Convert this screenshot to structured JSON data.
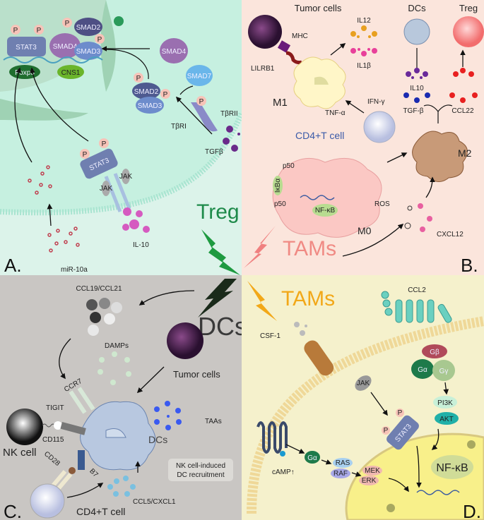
{
  "panels": {
    "a": {
      "letter": "A.",
      "title": "Treg",
      "labels": {
        "stat3_nucleus": "STAT3",
        "smad2_nucleus": "SMAD2",
        "smad4_nucleus": "SMAD4",
        "smad3_nucleus": "SMAD3",
        "foxp3": "Foxp3",
        "cns1": "CNS1",
        "smad4": "SMAD4",
        "smad7": "SMAD7",
        "smad2": "SMAD2",
        "smad3": "SMAD3",
        "tbrii": "TβRII",
        "tbri": "TβRI",
        "tgfb": "TGFβ",
        "stat3": "STAT3",
        "jak": "JAK",
        "il10": "IL-10",
        "mir10a": "miR-10a",
        "p": "P"
      }
    },
    "b": {
      "letter": "B.",
      "title": "TAMs",
      "labels": {
        "tumor_cells": "Tumor cells",
        "mhc": "MHC",
        "lilrb1": "LILRB1",
        "il12": "IL12",
        "il1b": "IL1β",
        "dcs": "DCs",
        "treg": "Treg",
        "m1": "M1",
        "ifng": "IFN-γ",
        "il10": "IL10",
        "tgfb": "TGF-β",
        "ccl22": "CCL22",
        "tnfa": "TNF-α",
        "cd4t": "CD4+T cell",
        "m2": "M2",
        "p50": "p50",
        "ikba": "IκBα",
        "nfkb": "NF-κB",
        "ros": "ROS",
        "m0": "M0",
        "cxcl12": "CXCL12"
      }
    },
    "c": {
      "letter": "C.",
      "title": "DCs",
      "labels": {
        "ccl19": "CCL19/CCL21",
        "damps": "DAMPs",
        "tumor_cells": "Tumor cells",
        "ccr7": "CCR7",
        "tigit": "TIGIT",
        "taas": "TAAs",
        "cd115": "CD115",
        "nk_cell": "NK cell",
        "dcs": "DCs",
        "cd28": "CD28",
        "b7": "B7",
        "note_line1": "NK cell-induced",
        "note_line2": "DC recruitment",
        "ccl5": "CCL5/CXCL1",
        "cd4t": "CD4+T cell"
      }
    },
    "d": {
      "letter": "D.",
      "title": "TAMs",
      "labels": {
        "ccl2": "CCL2",
        "csf1": "CSF-1",
        "gb": "Gβ",
        "ga": "Gα",
        "gg": "Gγ",
        "jak": "JAK",
        "pi3k": "PI3K",
        "akt": "AKT",
        "stat3": "STAT3",
        "nfkb": "NF-κB",
        "ga2": "Gα",
        "ras": "RAS",
        "raf": "RAF",
        "mek": "MEK",
        "erk": "ERK",
        "camp": "cAMP↑",
        "p": "P"
      }
    }
  },
  "colors": {
    "treg_green": "#1e8a4a",
    "tams_pink": "#f08a84",
    "dcs_dark": "#3a3a3a",
    "tams_orange": "#f2a818"
  }
}
